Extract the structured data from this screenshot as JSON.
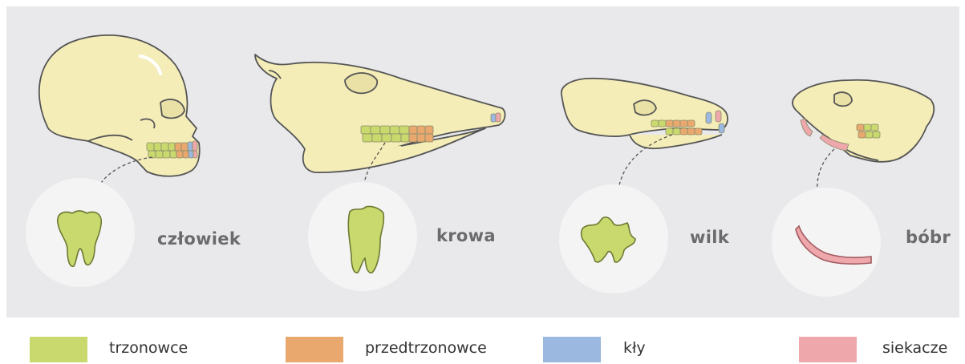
{
  "animals": [
    {
      "label": "człowiek",
      "tooth": "molar"
    },
    {
      "label": "krowa",
      "tooth": "molar"
    },
    {
      "label": "wilk",
      "tooth": "molar"
    },
    {
      "label": "bóbr",
      "tooth": "incisor"
    }
  ],
  "legend": [
    {
      "label": "trzonowce",
      "color": "#c9d96e"
    },
    {
      "label": "przedtrzonowce",
      "color": "#e8a86e"
    },
    {
      "label": "kły",
      "color": "#9bb8e0"
    },
    {
      "label": "siekacze",
      "color": "#eea8ab"
    }
  ],
  "colors": {
    "bone": "#f4edb8",
    "bone_outline": "#555555",
    "background": "#e9e9ec",
    "circle": "#f4f4f5",
    "label_text": "#6b6b6e"
  }
}
